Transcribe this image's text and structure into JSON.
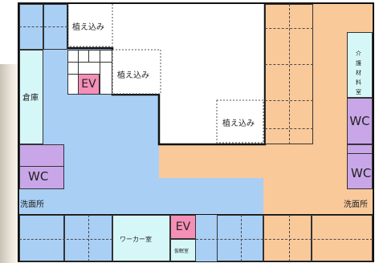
{
  "labels": {
    "plant_top": "植え込み",
    "plant_mid": "植え込み",
    "plant_right": "植え込み",
    "storage": "倉庫",
    "ev_upper": "EV",
    "ev_lower": "EV",
    "wc_left": "WC",
    "wc_right_upper": "WC",
    "wc_right_lower": "WC",
    "washroom_left": "洗面所",
    "washroom_right": "洗面所",
    "care_storage": "介護材料室",
    "worker_room": "ワーカー室",
    "nap_room": "仮眠室"
  },
  "colors": {
    "blue_zone": "#a9cff5",
    "orange_zone": "#f9c99a",
    "cyan_room": "#d6f7f7",
    "purple_room": "#c8a6e8",
    "pink_ev": "#f48fb8",
    "wall": "#111111"
  }
}
